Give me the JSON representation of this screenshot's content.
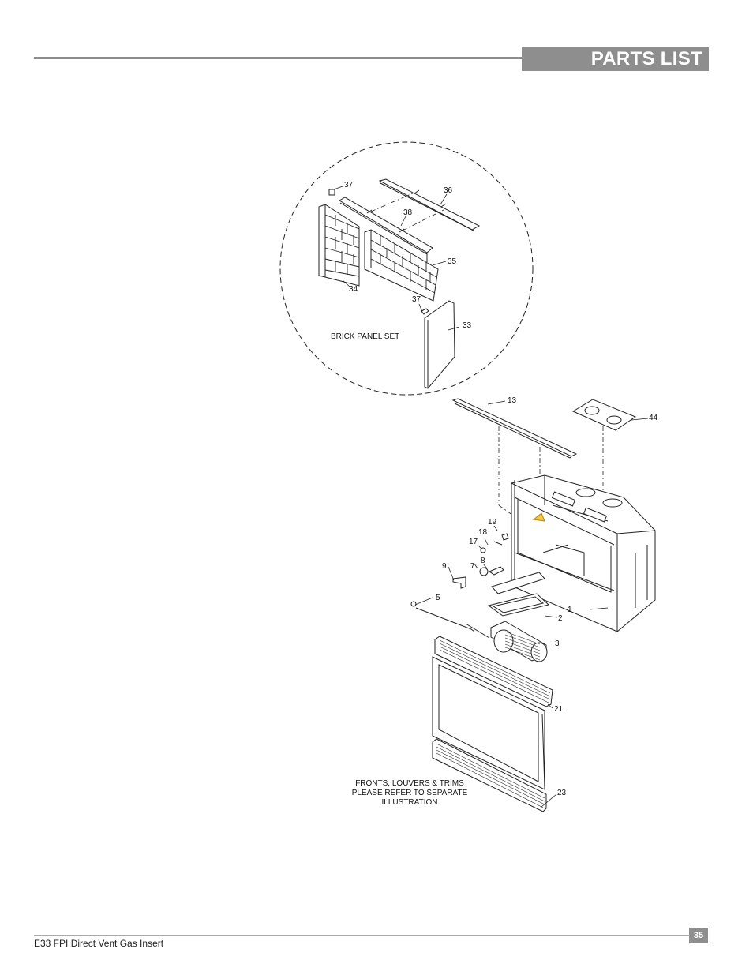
{
  "header": {
    "title": "PARTS LIST"
  },
  "footer": {
    "doc_title": "E33 FPI Direct Vent Gas Insert",
    "page_number": "35"
  },
  "diagram": {
    "group_label": "BRICK PANEL SET",
    "note_lines": [
      "FRONTS, LOUVERS & TRIMS",
      "PLEASE REFER TO SEPARATE",
      "ILLUSTRATION"
    ],
    "part_numbers": {
      "p37a": "37",
      "p36": "36",
      "p38": "38",
      "p35": "35",
      "p34": "34",
      "p37b": "37",
      "p33": "33",
      "p13": "13",
      "p44": "44",
      "p19": "19",
      "p18": "18",
      "p17": "17",
      "p9": "9",
      "p7": "7",
      "p8": "8",
      "p5": "5",
      "p1": "1",
      "p2": "2",
      "p3": "3",
      "p21": "21",
      "p23": "23"
    }
  }
}
